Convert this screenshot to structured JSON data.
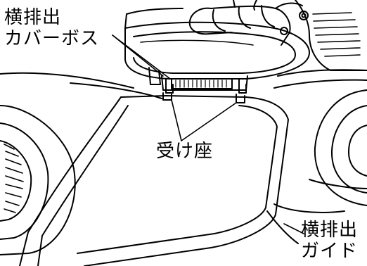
{
  "labels": {
    "side_discharge_cover_boss": "横排出\nカバーボス",
    "receiving_seat": "受け座",
    "side_discharge_guide": "横排出\nガイド"
  }
}
